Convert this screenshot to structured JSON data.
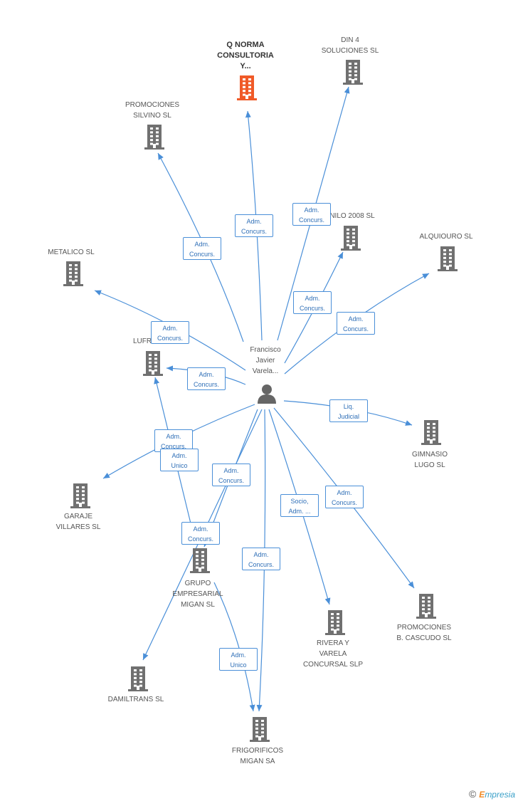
{
  "colors": {
    "edge": "#4a8fd8",
    "node": "#707070",
    "highlight": "#f05a28",
    "person": "#666666"
  },
  "center": {
    "name_lines": [
      "Francisco",
      "Javier",
      "Varela..."
    ],
    "icon": "person-icon"
  },
  "nodes": [
    {
      "id": "qnorma",
      "lines": [
        "Q NORMA",
        "CONSULTORIA",
        "Y..."
      ],
      "highlight": true
    },
    {
      "id": "din4",
      "lines": [
        "DIN 4",
        "SOLUCIONES SL"
      ]
    },
    {
      "id": "silvino",
      "lines": [
        "PROMOCIONES",
        "SILVINO  SL"
      ]
    },
    {
      "id": "nilo",
      "lines": [
        "NILO 2008 SL"
      ]
    },
    {
      "id": "alquiouro",
      "lines": [
        "ALQUIOURO SL"
      ]
    },
    {
      "id": "metalico",
      "lines": [
        "METALICO SL"
      ]
    },
    {
      "id": "lufr",
      "lines": [
        "LUFR"
      ]
    },
    {
      "id": "gimnasio",
      "lines": [
        "GIMNASIO",
        "LUGO SL"
      ]
    },
    {
      "id": "garaje",
      "lines": [
        "GARAJE",
        "VILLARES SL"
      ]
    },
    {
      "id": "grupo",
      "lines": [
        "GRUPO",
        "EMPRESARIAL",
        "MIGAN SL"
      ]
    },
    {
      "id": "cascudo",
      "lines": [
        "PROMOCIONES",
        "B.  CASCUDO SL"
      ]
    },
    {
      "id": "rivera",
      "lines": [
        "RIVERA Y",
        "VARELA",
        "CONCURSAL SLP"
      ]
    },
    {
      "id": "damiltrans",
      "lines": [
        "DAMILTRANS SL"
      ]
    },
    {
      "id": "frigorificos",
      "lines": [
        "FRIGORIFICOS",
        "MIGAN SA"
      ]
    }
  ],
  "edges": [
    {
      "id": "e-qnorma",
      "to": "qnorma",
      "lines": [
        "Adm.",
        "Concurs."
      ]
    },
    {
      "id": "e-din4",
      "to": "din4",
      "lines": [
        "Adm.",
        "Concurs."
      ]
    },
    {
      "id": "e-silvino",
      "to": "silvino",
      "lines": [
        "Adm.",
        "Concurs."
      ]
    },
    {
      "id": "e-nilo",
      "to": "nilo",
      "lines": [
        "Adm.",
        "Concurs."
      ]
    },
    {
      "id": "e-alquiouro",
      "to": "alquiouro",
      "lines": [
        "Adm.",
        "Concurs."
      ]
    },
    {
      "id": "e-metalico",
      "to": "metalico",
      "lines": [
        "Adm.",
        "Concurs."
      ]
    },
    {
      "id": "e-lufr",
      "to": "lufr",
      "lines": [
        "Adm.",
        "Concurs."
      ]
    },
    {
      "id": "e-gimnasio",
      "to": "gimnasio",
      "lines": [
        "Liq.",
        "Judicial"
      ]
    },
    {
      "id": "e-garaje",
      "to": "garaje",
      "lines": [
        "Adm.",
        "Concurs."
      ]
    },
    {
      "id": "e-grupo-lufr",
      "from": "grupo",
      "to": "lufr",
      "lines": [
        "Adm.",
        "Unico"
      ]
    },
    {
      "id": "e-grupo",
      "to": "grupo",
      "lines": [
        "Adm.",
        "Concurs."
      ]
    },
    {
      "id": "e-damiltrans",
      "to": "damiltrans",
      "lines": [
        "Adm.",
        "Concurs."
      ]
    },
    {
      "id": "e-cascudo",
      "to": "cascudo",
      "lines": [
        "Adm.",
        "Concurs."
      ]
    },
    {
      "id": "e-rivera",
      "to": "rivera",
      "lines": [
        "Socio,",
        "Adm. ..."
      ]
    },
    {
      "id": "e-frigorificos",
      "to": "frigorificos",
      "lines": [
        "Adm.",
        "Concurs."
      ]
    },
    {
      "id": "e-grupo-frigorificos",
      "from": "grupo",
      "to": "frigorificos",
      "lines": [
        "Adm.",
        "Unico"
      ]
    }
  ],
  "watermark": {
    "symbol": "©",
    "brand_first": "E",
    "brand_rest": "mpresia"
  }
}
